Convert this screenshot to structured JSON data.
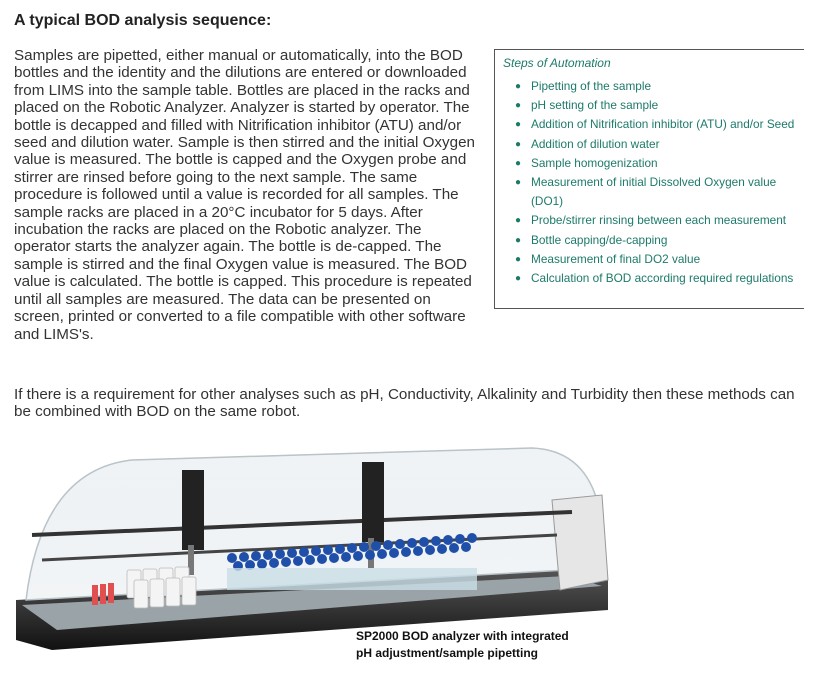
{
  "heading": "A typical BOD analysis sequence:",
  "paragraph1": "Samples are pipetted, either manual or automatically, into the BOD bottles and the identity and the dilutions are entered or downloaded from LIMS into the sample table. Bottles are placed in the racks and placed on the Robotic Analyzer. Analyzer is started by operator. The bottle is decapped and filled with Nitrification inhibitor (ATU) and/or seed and dilution water. Sample is then stirred and the initial Oxygen value is measured. The bottle is capped and the Oxygen probe and stirrer are rinsed before going to the next sample. The same procedure is followed until a value is recorded for all samples. The sample racks are placed in a 20°C incubator for 5 days. After incubation the racks are placed on the Robotic analyzer. The operator starts the analyzer again. The bottle is de-capped. The sample is stirred and the final Oxygen value is measured. The BOD value is calculated. The bottle is capped. This procedure is repeated until all samples are measured. The data can be presented on screen, printed or converted to a file compatible with other software and LIMS's.",
  "paragraph2": "If there is a requirement for other analyses such as pH, Conductivity, Alkalinity and Turbidity then these methods can be combined with BOD on the same robot.",
  "steps_box": {
    "title": "Steps of Automation",
    "items": [
      "Pipetting of the sample",
      "pH setting of the sample",
      "Addition of Nitrification inhibitor (ATU) and/or Seed",
      "Addition of dilution water",
      "Sample homogenization",
      "Measurement of initial Dissolved Oxygen value (DO1)",
      "Probe/stirrer rinsing between each measurement",
      "Bottle capping/de-capping",
      "Measurement of final DO2 value",
      "Calculation of BOD according required regulations"
    ]
  },
  "caption": {
    "line1": "SP2000 BOD analyzer with integrated",
    "line2": "pH adjustment/sample pipetting"
  },
  "colors": {
    "accent_teal": "#1d7a6a",
    "text": "#333333",
    "bottle_caps": "#1f4fa8"
  }
}
